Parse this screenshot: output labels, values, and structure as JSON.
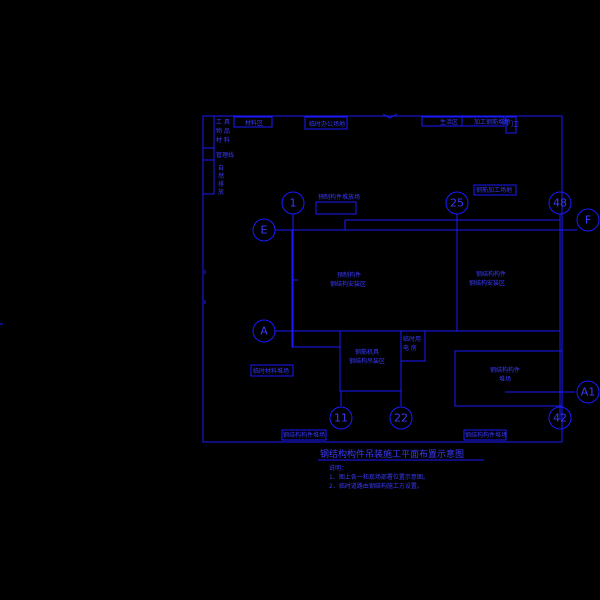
{
  "colors": {
    "background": "#000000",
    "line": "#1a1aff",
    "text": "#3a3aff"
  },
  "axes": {
    "col_1": "1",
    "col_25": "25",
    "col_48": "48",
    "col_11": "11",
    "col_22": "22",
    "col_42": "42",
    "row_E": "E",
    "row_F": "F",
    "row_A": "A",
    "row_A1": "A1"
  },
  "legend": {
    "item1_line1": "工 具",
    "item1_line2": "物 品",
    "item1_line3": "材 料",
    "item2": "管理线",
    "item3_line1": "自",
    "item3_line2": "然",
    "item3_line3": "排",
    "item3_line4": "放"
  },
  "top_labels": {
    "left": "材料区",
    "middle": "临时办公场地",
    "right_a": "生活区",
    "right_b": "加工钢筋堆场",
    "right_c": "门卫"
  },
  "zones": {
    "upper_label": "预制构件堆放场",
    "upper_right_label": "钢筋加工场地",
    "left_main_line1": "预制构件",
    "left_main_line2": "钢结构安装区",
    "right_main_line1": "钢结构构件",
    "right_main_line2": "钢结构安装区",
    "center_box_line1": "钢筋机具",
    "center_box_line2": "钢结构吊装区",
    "small_box_line1": "临时用",
    "small_box_line2": "电 房",
    "right_box_line1": "钢结构构件",
    "right_box_line2": "堆场",
    "left_side": "临时材料堆场",
    "bottom_left": "钢结构构件堆场",
    "bottom_right": "钢结构构件堆场"
  },
  "title": "钢结构构件吊装施工平面布置示意图",
  "notes": {
    "heading": "说明：",
    "line1": "1、图上各一和现场部署位置示意图。",
    "line2": "2、临时道路由钢结构施工方设置。"
  }
}
